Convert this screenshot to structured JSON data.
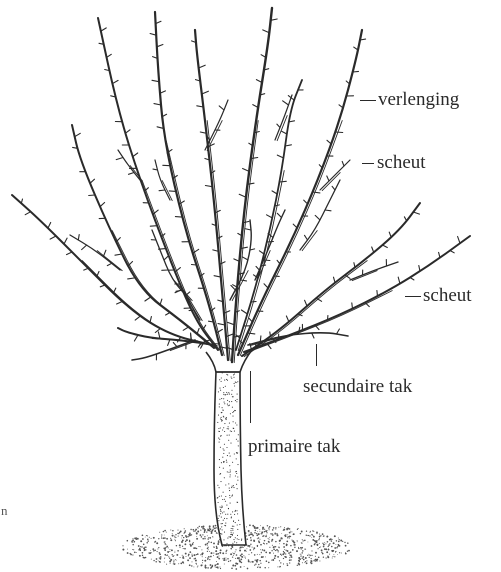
{
  "diagram": {
    "labels": {
      "verlenging": "verlenging",
      "scheut_upper": "scheut",
      "scheut_lower": "scheut",
      "secundaire_tak": "secundaire tak",
      "primaire_tak": "primaire tak"
    },
    "stray_mark": "n"
  },
  "colors": {
    "ink": "#2a2a2a",
    "paper": "#ffffff",
    "stipple": "#555555"
  }
}
